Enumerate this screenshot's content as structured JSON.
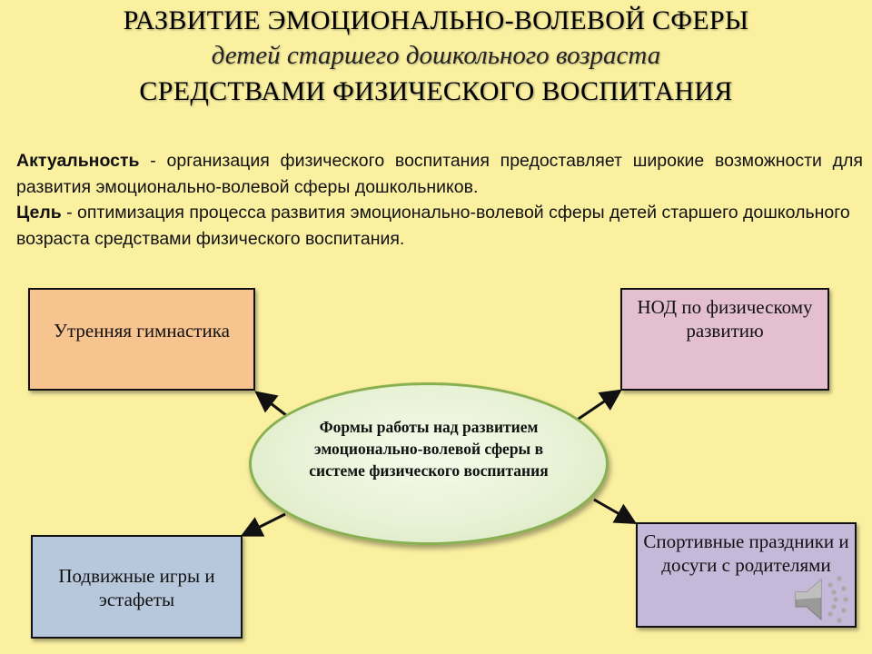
{
  "title": {
    "line1": "РАЗВИТИЕ ЭМОЦИОНАЛЬНО-ВОЛЕВОЙ СФЕРЫ",
    "line2": "детей старшего дошкольного возраста",
    "line3": "СРЕДСТВАМИ ФИЗИЧЕСКОГО ВОСПИТАНИЯ"
  },
  "actuality": {
    "label": "Актуальность",
    "text": " - организация физического воспитания предоставляет широкие возможности для развития эмоционально-волевой сферы дошкольников."
  },
  "goal": {
    "label": "Цель",
    "text": " - оптимизация процесса развития эмоционально-волевой сферы детей старшего дошкольного возраста средствами физического воспитания."
  },
  "center": {
    "text": "Формы работы над развитием эмоционально-волевой сферы в системе физического воспитания"
  },
  "boxes": {
    "top_left": "Утренняя гимнастика",
    "top_right": "НОД по физическому развитию",
    "bottom_left": "Подвижные игры и эстафеты",
    "bottom_right": "Спортивные праздники и досуги с родителями"
  },
  "icons": {
    "audio": "speaker-icon"
  },
  "colors": {
    "background": "#FAF0A0",
    "top_left_box": "#F7C48F",
    "top_right_box": "#E4BFCF",
    "bottom_left_box": "#B7C8DD",
    "bottom_right_box": "#C6B8D9",
    "ellipse_border": "#88B050",
    "ellipse_fill": "#E8F2D6"
  }
}
